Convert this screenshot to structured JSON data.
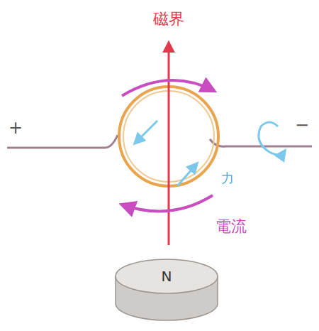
{
  "diagram": {
    "nodes": [
      {
        "text": [
          "N"
        ]
      }
    ],
    "labels": [
      "磁界",
      "+",
      "−",
      "力",
      "電流"
    ]
  }
}
